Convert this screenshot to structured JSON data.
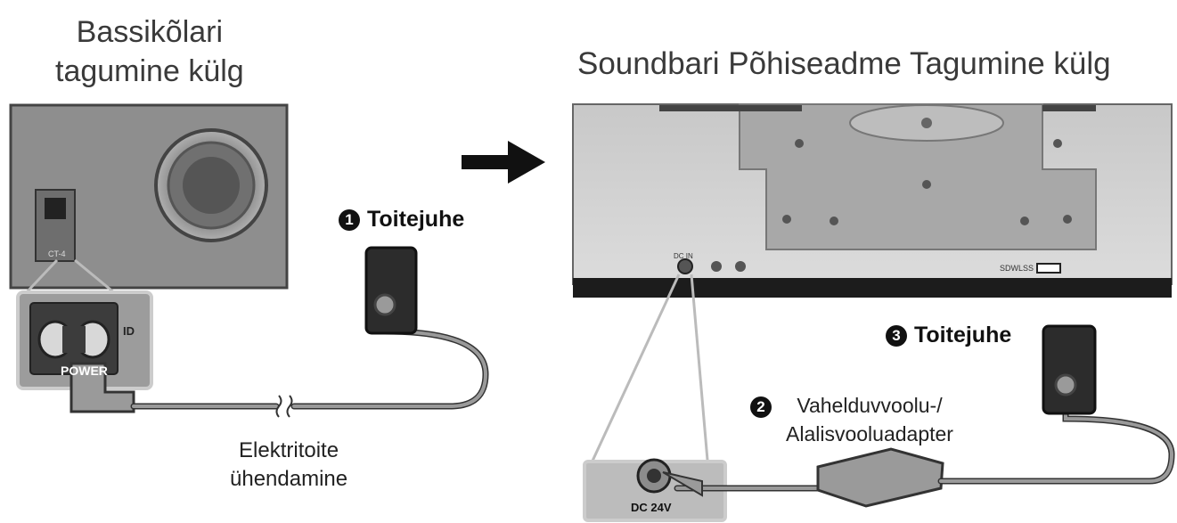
{
  "titles": {
    "subwoofer_back_line1": "Bassikõlari",
    "subwoofer_back_line2": "tagumine külg",
    "soundbar_back": "Soundbari Põhiseadme Tagumine külg"
  },
  "subwoofer_panel": {
    "port_label": "POWER",
    "small_label": "ID",
    "tiny_label": "CT-4"
  },
  "soundbar_panel": {
    "dc_port_label": "DC 24V",
    "small_port_label": "DC IN",
    "right_port_label": "SDWLSS"
  },
  "callouts": [
    {
      "number": "1",
      "text": "Toitejuhe"
    },
    {
      "number": "2",
      "text_line1": "Vahelduvvoolu-/",
      "text_line2": "Alalisvooluadapter"
    },
    {
      "number": "3",
      "text": "Toitejuhe"
    }
  ],
  "connection_label": {
    "line1": "Elektritoite",
    "line2": "ühendamine"
  }
}
